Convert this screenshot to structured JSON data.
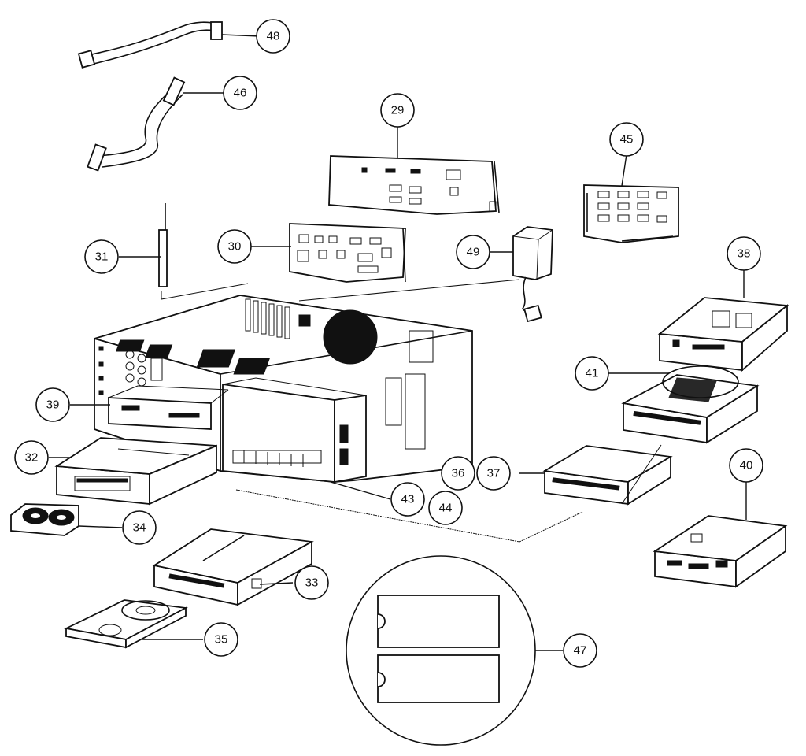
{
  "callouts": [
    {
      "id": "c48",
      "label": "48"
    },
    {
      "id": "c46",
      "label": "46"
    },
    {
      "id": "c29",
      "label": "29"
    },
    {
      "id": "c45",
      "label": "45"
    },
    {
      "id": "c31",
      "label": "31"
    },
    {
      "id": "c30",
      "label": "30"
    },
    {
      "id": "c49",
      "label": "49"
    },
    {
      "id": "c38",
      "label": "38"
    },
    {
      "id": "c41",
      "label": "41"
    },
    {
      "id": "c39",
      "label": "39"
    },
    {
      "id": "c32",
      "label": "32"
    },
    {
      "id": "c36",
      "label": "36"
    },
    {
      "id": "c37",
      "label": "37"
    },
    {
      "id": "c40",
      "label": "40"
    },
    {
      "id": "c43",
      "label": "43"
    },
    {
      "id": "c44",
      "label": "44"
    },
    {
      "id": "c34",
      "label": "34"
    },
    {
      "id": "c33",
      "label": "33"
    },
    {
      "id": "c35",
      "label": "35"
    },
    {
      "id": "c47",
      "label": "47"
    }
  ]
}
